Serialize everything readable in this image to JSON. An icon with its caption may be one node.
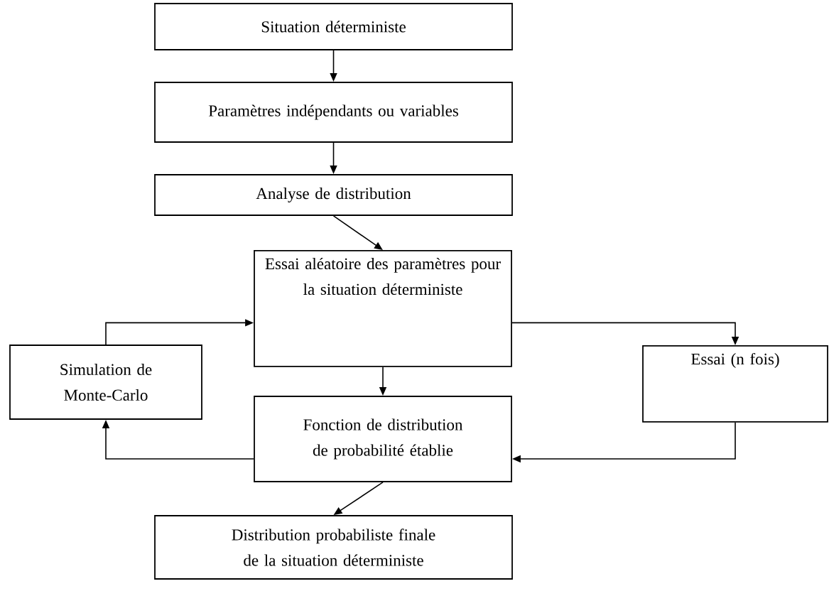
{
  "diagram": {
    "nodes": [
      {
        "text": [
          "Situation déterministe"
        ]
      },
      {
        "text": [
          "Paramètres indépendants ou variables"
        ]
      },
      {
        "text": [
          "Analyse de distribution"
        ]
      },
      {
        "text": [
          "Essai aléatoire des paramètres pour la situation déterministe"
        ]
      },
      {
        "text": [
          "Simulation de Monte-Carlo"
        ]
      },
      {
        "text": [
          "Essai (n fois)"
        ]
      },
      {
        "text": [
          "Fonction de distribution de probabilité établie"
        ]
      },
      {
        "text": [
          "Distribution probabiliste finale de la situation déterministe"
        ]
      }
    ],
    "edges": [
      {
        "from": 0,
        "to": 1,
        "arrow": "to"
      },
      {
        "from": 1,
        "to": 2,
        "arrow": "to"
      },
      {
        "from": 2,
        "to": 3,
        "arrow": "to"
      },
      {
        "from": 4,
        "to": 3,
        "arrow": "to"
      },
      {
        "from": 3,
        "to": 5,
        "arrow": "to"
      },
      {
        "from": 3,
        "to": 6,
        "arrow": "to"
      },
      {
        "from": 5,
        "to": 6,
        "arrow": "to"
      },
      {
        "from": 6,
        "to": 4,
        "arrow": "to"
      },
      {
        "from": 6,
        "to": 7,
        "arrow": "to"
      }
    ]
  }
}
